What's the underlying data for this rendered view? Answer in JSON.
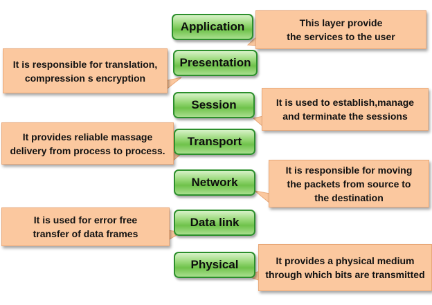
{
  "colors": {
    "layer_fill": "#7fcd5a",
    "layer_border": "#2c8f2c",
    "note_fill": "#fbc89f",
    "note_border": "#e9a878"
  },
  "layers": [
    {
      "name": "Application",
      "description": "This  layer provide\nthe services to the user"
    },
    {
      "name": "Presentation",
      "description": "It is responsible for translation,\ncompression s encryption"
    },
    {
      "name": "Session",
      "description": "It is used to establish,manage\nand terminate  the sessions"
    },
    {
      "name": "Transport",
      "description": "It provides reliable massage\ndelivery from process to process."
    },
    {
      "name": "Network",
      "description": "It is responsible for moving\nthe packets from source to\nthe destination"
    },
    {
      "name": "Data link",
      "description": "It is used for error free\ntransfer of data frames"
    },
    {
      "name": "Physical",
      "description": "It provides a physical medium\nthrough which bits are transmitted"
    }
  ]
}
